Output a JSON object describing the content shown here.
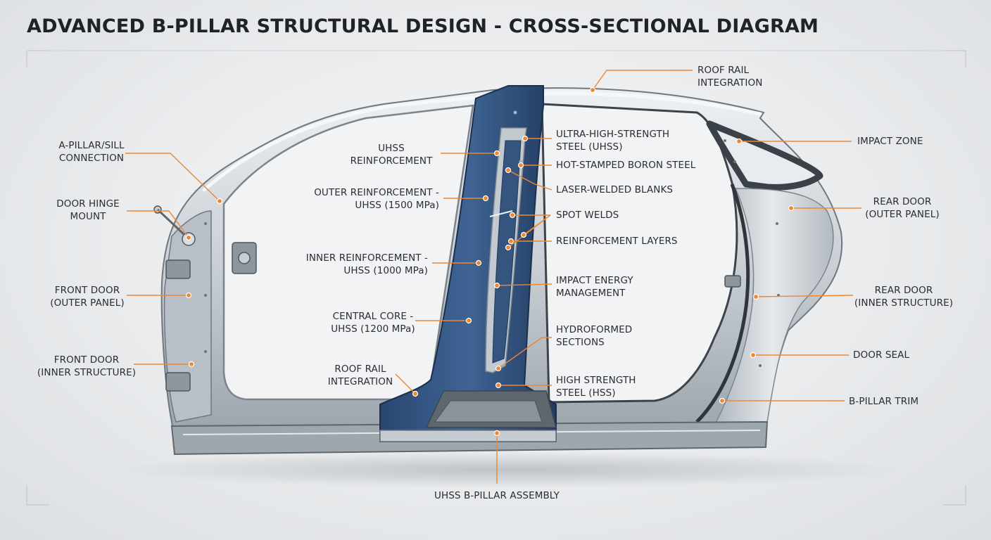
{
  "title": "ADVANCED B-PILLAR STRUCTURAL DESIGN - CROSS-SECTIONAL DIAGRAM",
  "colors": {
    "accent": "#ee8732",
    "steel_light": "#dfe3e7",
    "steel_dark": "#8e979f",
    "pillar_blue": "#2f4f78",
    "text": "#2a2d31"
  },
  "labels": {
    "roof_rail_top": [
      "ROOF RAIL",
      "INTEGRATION"
    ],
    "a_pillar": [
      "A-PILLAR/SILL",
      "CONNECTION"
    ],
    "door_hinge": [
      "DOOR HINGE",
      "MOUNT"
    ],
    "front_door_outer": [
      "FRONT DOOR",
      "(OUTER PANEL)"
    ],
    "front_door_inner": [
      "FRONT DOOR",
      "(INNER STRUCTURE)"
    ],
    "uhss_reinforcement": [
      "UHSS",
      "REINFORCEMENT"
    ],
    "outer_reinforcement": [
      "OUTER REINFORCEMENT -",
      "UHSS (1500 MPa)"
    ],
    "inner_reinforcement": [
      "INNER REINFORCEMENT -",
      "UHSS (1000 MPa)"
    ],
    "central_core": [
      "CENTRAL CORE -",
      "UHSS (1200 MPa)"
    ],
    "roof_rail_mid": [
      "ROOF RAIL",
      "INTEGRATION"
    ],
    "uhss_steel": [
      "ULTRA-HIGH-STRENGTH",
      "STEEL (UHSS)"
    ],
    "boron_steel": [
      "HOT-STAMPED BORON STEEL"
    ],
    "laser_welded": [
      "LASER-WELDED BLANKS"
    ],
    "spot_welds": [
      "SPOT WELDS"
    ],
    "reinforcement_layers": [
      "REINFORCEMENT LAYERS"
    ],
    "impact_energy": [
      "IMPACT ENERGY",
      "MANAGEMENT"
    ],
    "hydroformed": [
      "HYDROFORMED",
      "SECTIONS"
    ],
    "hss": [
      "HIGH STRENGTH",
      "STEEL (HSS)"
    ],
    "impact_zone": [
      "IMPACT ZONE"
    ],
    "rear_door_outer": [
      "REAR DOOR",
      "(OUTER PANEL)"
    ],
    "rear_door_inner": [
      "REAR DOOR",
      "(INNER STRUCTURE)"
    ],
    "door_seal": [
      "DOOR SEAL"
    ],
    "b_pillar_trim": [
      "B-PILLAR TRIM"
    ],
    "assembly": [
      "UHSS B-PILLAR ASSEMBLY"
    ]
  }
}
